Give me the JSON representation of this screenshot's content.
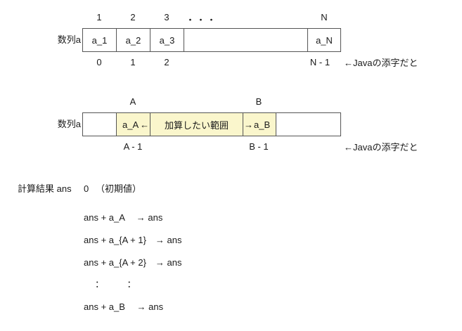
{
  "diagram": {
    "title_hidden": "",
    "colors": {
      "highlight": "#faf6cc",
      "border": "#555555",
      "text": "#1a1a1a"
    },
    "array1": {
      "label": "数列a",
      "top_indices": [
        "1",
        "2",
        "3"
      ],
      "top_dots": "・・・",
      "top_last_index": "N",
      "cells": [
        "a_1",
        "a_2",
        "a_3",
        "",
        "a_N"
      ],
      "bottom_indices": [
        "0",
        "1",
        "2"
      ],
      "bottom_last_index": "N - 1",
      "note": "←Javaの添字だと"
    },
    "array2": {
      "label": "数列a",
      "top_left_index": "A",
      "top_right_index": "B",
      "cells": [
        "",
        "a_A",
        "加算したい範囲",
        "a_B",
        ""
      ],
      "left_arrow": "←",
      "right_arrow": "→",
      "range_label": "加算したい範囲",
      "start_cell": "a_A",
      "end_cell": "a_B",
      "bottom_left_index": "A - 1",
      "bottom_right_index": "B - 1",
      "note": "←Javaの添字だと"
    },
    "result": {
      "label": "計算結果 ans",
      "initial_value": "0",
      "initial_note": "（初期値）",
      "steps": [
        "ans + a_A　 → ans",
        "ans + a_{A + 1}　→ ans",
        "ans + a_{A + 2}　→ ans",
        "：　　　：",
        "ans +  a_B　 → ans"
      ]
    }
  }
}
